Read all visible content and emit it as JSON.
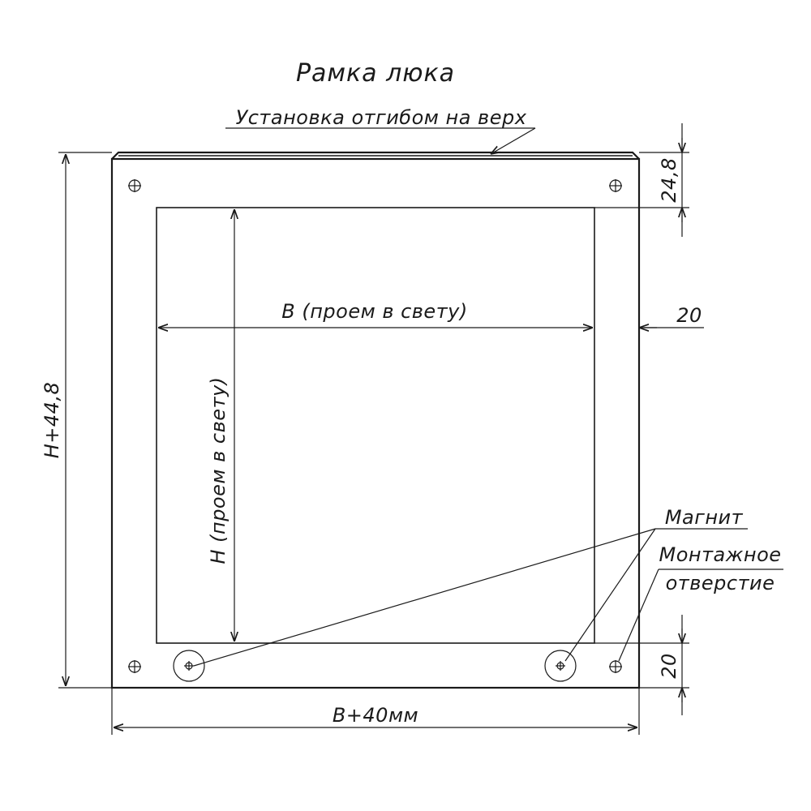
{
  "title": "Рамка люка",
  "install_note": "Установка отгибом на верх",
  "dimensions": {
    "top_offset": "24,8",
    "side_offset": "20",
    "bottom_offset": "20",
    "opening_width": "B (проем в свету)",
    "opening_height": "H (проем в свету)",
    "overall_height": "H+44,8",
    "overall_width": "B+40мм"
  },
  "callouts": {
    "magnet": "Магнит",
    "mount_hole_line1": "Монтажное",
    "mount_hole_line2": "отверстие"
  },
  "colors": {
    "ink": "#1a1a1a",
    "background": "#ffffff"
  }
}
